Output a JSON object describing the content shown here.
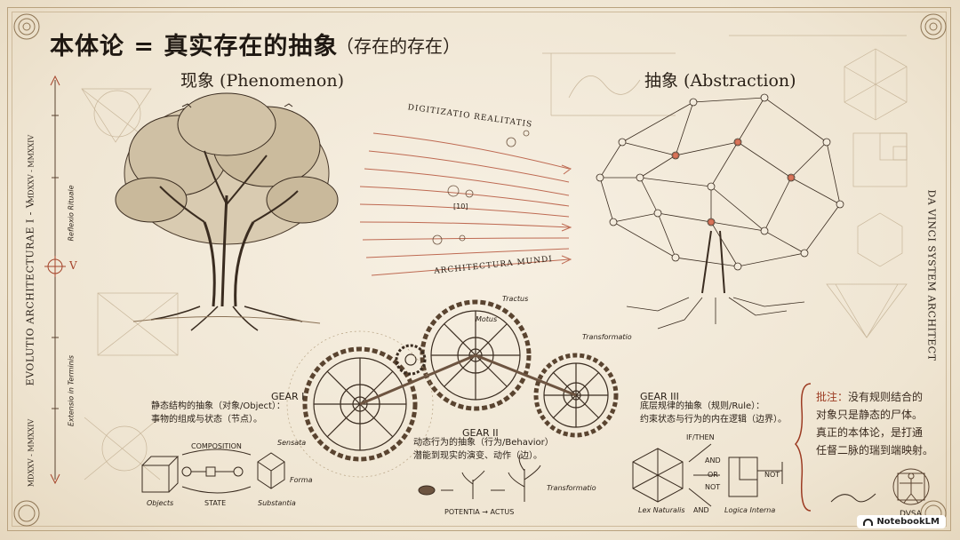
{
  "title": "本体论 = 真实存在的抽象",
  "subtitle": "（存在的存在）",
  "labels": {
    "phenomenon": "现象 (Phenomenon)",
    "abstraction": "抽象 (Abstraction)"
  },
  "side": {
    "left": "EVOLUTIO ARCHITECTURAE I - V",
    "left_top": "MDXXV - MMXXIV",
    "left_bottom": "MDXXV - MMXXIV",
    "left_marker": "V",
    "left_script_top": "Reflexio Rituale",
    "left_script_bottom": "Extensio in Terminis",
    "right": "DA VINCI SYSTEM ARCHITECT"
  },
  "flow": {
    "top": "DIGITIZATIO REALITATIS",
    "bottom": "ARCHITECTURA MUNDI",
    "mid": "[10]"
  },
  "gears": [
    {
      "title": "GEAR I",
      "line1": "静态结构的抽象（对象/Object）：",
      "line2": "事物的组成与状态（节点）。"
    },
    {
      "title": "GEAR II",
      "line1": "动态行为的抽象（行为/Behavior）",
      "line2": "潜能到现实的演变、动作（边）。"
    },
    {
      "title": "GEAR III",
      "line1": "底层规律的抽象（规则/Rule）：",
      "line2": "约束状态与行为的内在逻辑（边界）。"
    }
  ],
  "gear_script": {
    "top": "Tractus",
    "motus": "Motus",
    "transformatio": "Transformatio"
  },
  "bottom_left": {
    "composition": "COMPOSITION",
    "state": "STATE",
    "objects": "Objects",
    "substantia": "Substantia",
    "forma": "Forma",
    "sensata": "Sensata"
  },
  "bottom_mid": {
    "potentia": "POTENTIA → ACTUS",
    "transformatio": "Transformatio"
  },
  "bottom_right": {
    "ifthen": "IF/THEN",
    "and1": "AND",
    "or": "OR",
    "not1": "NOT",
    "not2": "NOT",
    "and2": "AND",
    "lex": "Lex Naturalis",
    "logica": "Logica Interna"
  },
  "note": {
    "prefix": "批注：",
    "line1": "没有规则结合的",
    "line2": "对象只是静态的尸体。",
    "line3": "真正的本体论，是打通",
    "line4": "任督二脉的瑞到端映射。"
  },
  "seal": "DVSA",
  "badge": "NotebookLM",
  "colors": {
    "paper": "#f3ebdc",
    "ink": "#2b2118",
    "accent": "#b5533a"
  }
}
